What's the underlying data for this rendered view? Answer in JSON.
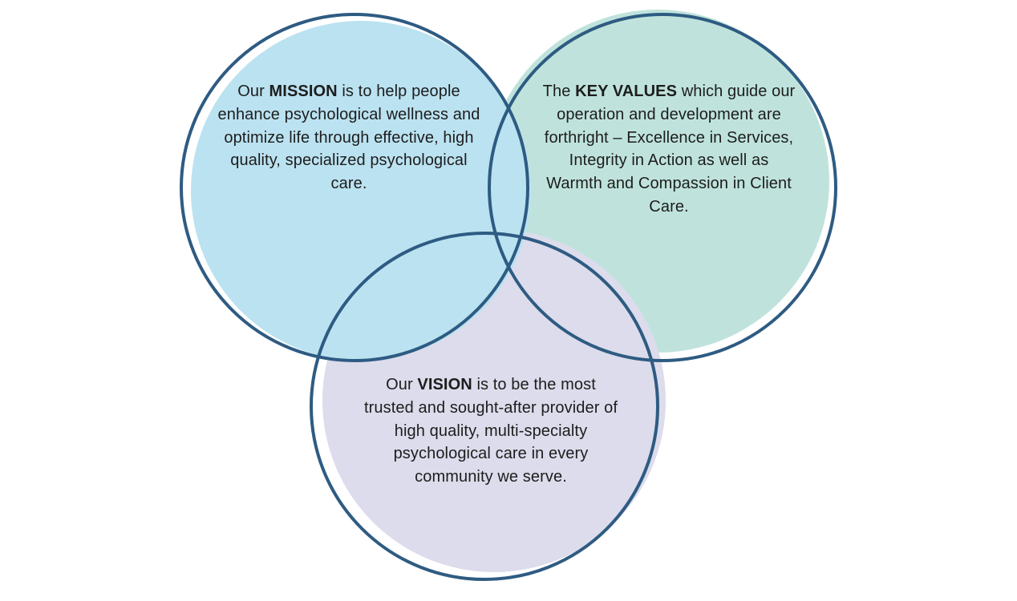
{
  "colors": {
    "outline": "#2e5b82",
    "mission_fill": "#bbe2f1",
    "values_fill": "#bfe3dc",
    "vision_fill": "#dcdcec",
    "text": "#1d1d1d"
  },
  "mission": {
    "prefix": "Our ",
    "keyword": "MISSION",
    "body": " is to help people enhance psychological wellness and optimize life through effective, high quality, specialized psychological care."
  },
  "values": {
    "prefix": "The ",
    "keyword": "KEY VALUES",
    "body": " which guide our operation and development are forthright – Excellence in Services, Integrity in Action as well as Warmth and Compassion in Client Care."
  },
  "vision": {
    "prefix": "Our ",
    "keyword": "VISION",
    "body": " is to be the most trusted and sought-after provider of high quality, multi-specialty psychological care in every community we serve."
  }
}
